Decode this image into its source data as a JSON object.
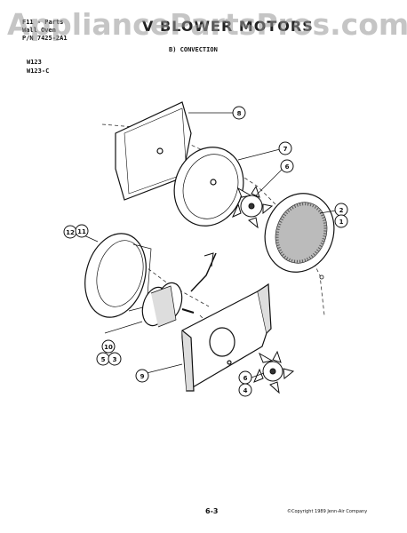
{
  "header": {
    "line1": "F11 - Parts",
    "line2": "Wall Oven",
    "line3": "P/N 7425-2A1",
    "title": "V  BLOWER MOTORS",
    "subtitle": "B) CONVECTION"
  },
  "models": [
    "W123",
    "W123-C"
  ],
  "watermark": "AppliancePartsPros.com",
  "callouts": [
    "8",
    "7",
    "6",
    "2",
    "1",
    "12",
    "11",
    "10",
    "5",
    "3",
    "9",
    "6",
    "4"
  ],
  "footer": {
    "page": "6-3",
    "copyright": "©Copyright 1989 Jenn-Air Company"
  }
}
